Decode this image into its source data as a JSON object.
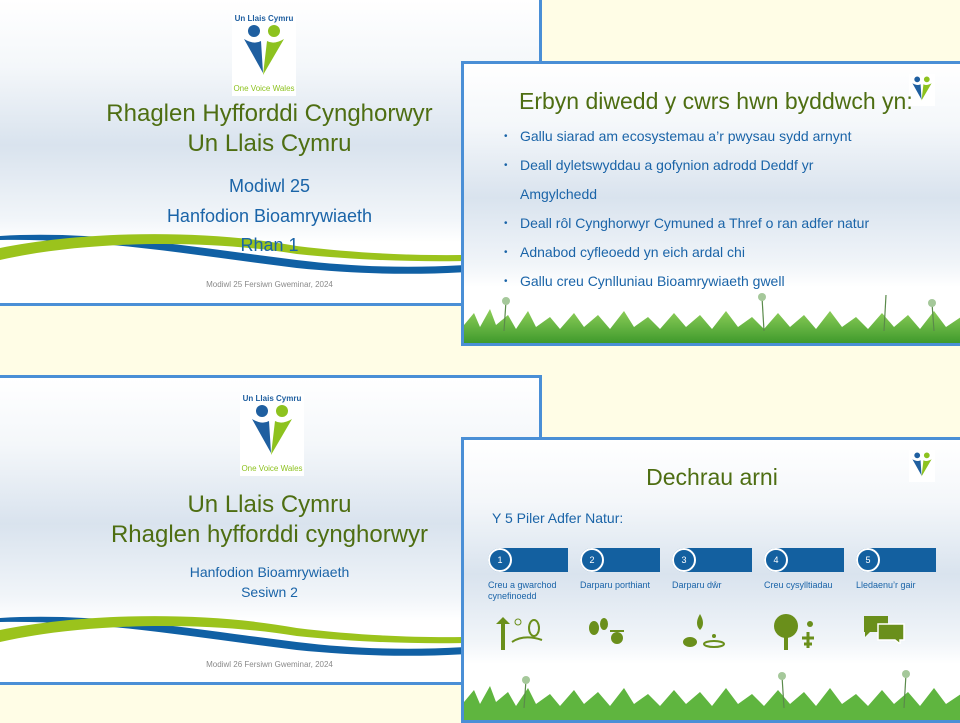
{
  "logo": {
    "top": "Un Llais Cymru",
    "bottom": "One Voice Wales"
  },
  "slide1": {
    "title1": "Rhaglen Hyfforddi Cynghorwyr",
    "title2": "Un Llais Cymru",
    "sub1": "Modiwl 25",
    "sub2": "Hanfodion Bioamrywiaeth",
    "sub3": "Rhan 1",
    "footer": "Modiwl 25 Fersiwn Gweminar, 2024"
  },
  "slide2": {
    "title": "Erbyn diwedd y cwrs hwn byddwch yn:",
    "bullets": [
      "Gallu siarad am ecosystemau a’r pwysau sydd arnynt",
      "Deall dyletswyddau a gofynion adrodd Deddf yr Amgylchedd",
      "Deall rôl Cynghorwyr Cymuned a Thref o ran adfer natur",
      "Adnabod cyfleoedd yn eich ardal chi",
      "Gallu creu Cynlluniau Bioamrywiaeth gwell"
    ]
  },
  "slide3": {
    "title1": "Un Llais Cymru",
    "title2": "Rhaglen hyfforddi cynghorwyr",
    "sub1": "Hanfodion Bioamrywiaeth",
    "sub2": "Sesiwn 2",
    "footer": "Modiwl 26 Fersiwn Gweminar, 2024"
  },
  "slide4": {
    "title": "Dechrau arni",
    "subtitle": "Y 5 Piler Adfer Natur:",
    "pillars": [
      {
        "num": "1",
        "label": "Creu a gwarchod cynefinoedd",
        "icon": "habitat-icon"
      },
      {
        "num": "2",
        "label": "Darparu porthiant",
        "icon": "food-icon"
      },
      {
        "num": "3",
        "label": "Darparu dŵr",
        "icon": "water-icon"
      },
      {
        "num": "4",
        "label": "Creu cysylltiadau",
        "icon": "tree-icon"
      },
      {
        "num": "5",
        "label": "Lledaenu’r gair",
        "icon": "speech-bubbles-icon"
      }
    ]
  },
  "colors": {
    "green": "#4e6e12",
    "blue": "#1a64a8",
    "border": "#4a8fd6",
    "background": "#fffde6"
  }
}
